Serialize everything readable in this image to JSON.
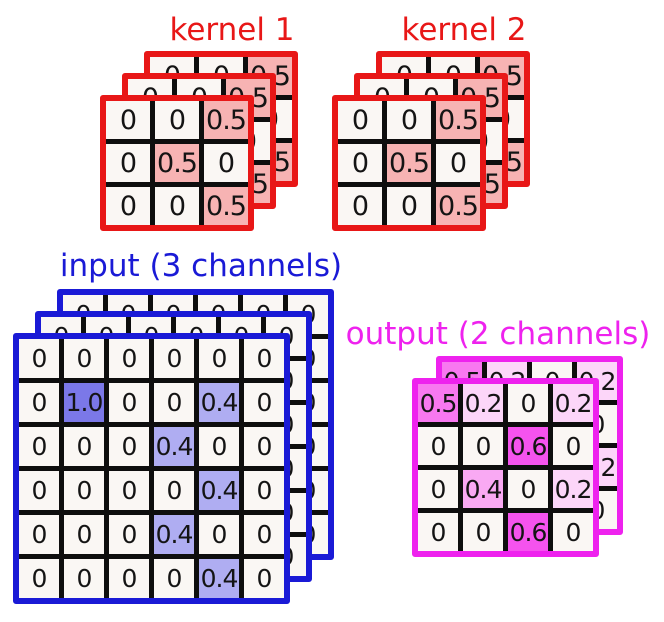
{
  "diagram": {
    "kernel1": {
      "title": "kernel 1",
      "accent": "#e81717",
      "channels": 3,
      "rows": 3,
      "cols": 3,
      "matrix": [
        [
          "0",
          "0",
          "0.5"
        ],
        [
          "0",
          "0.5",
          "0"
        ],
        [
          "0",
          "0",
          "0.5"
        ]
      ],
      "cell_colors": {
        "0.5": "#f7b3b3",
        "default": "#faf7f4"
      }
    },
    "kernel2": {
      "title": "kernel 2",
      "accent": "#e81717",
      "channels": 3,
      "rows": 3,
      "cols": 3,
      "matrix": [
        [
          "0",
          "0",
          "0.5"
        ],
        [
          "0",
          "0.5",
          "0"
        ],
        [
          "0",
          "0",
          "0.5"
        ]
      ],
      "cell_colors": {
        "0.5": "#f7b3b3",
        "default": "#faf7f4"
      }
    },
    "input": {
      "title": "input (3 channels)",
      "accent": "#1a1ad6",
      "channels": 3,
      "rows": 6,
      "cols": 6,
      "matrix": [
        [
          "0",
          "0",
          "0",
          "0",
          "0",
          "0"
        ],
        [
          "0",
          "1.0",
          "0",
          "0",
          "0.4",
          "0"
        ],
        [
          "0",
          "0",
          "0",
          "0.4",
          "0",
          "0"
        ],
        [
          "0",
          "0",
          "0",
          "0",
          "0.4",
          "0"
        ],
        [
          "0",
          "0",
          "0",
          "0.4",
          "0",
          "0"
        ],
        [
          "0",
          "0",
          "0",
          "0",
          "0.4",
          "0"
        ]
      ],
      "cell_colors": {
        "1.0": "#7b78e8",
        "0.4": "#afadf2",
        "default": "#faf7f4"
      }
    },
    "output": {
      "title": "output (2 channels)",
      "accent": "#ee22ee",
      "channels": 2,
      "rows": 4,
      "cols": 4,
      "matrix": [
        [
          "0.5",
          "0.2",
          "0",
          "0.2"
        ],
        [
          "0",
          "0",
          "0.6",
          "0"
        ],
        [
          "0",
          "0.4",
          "0",
          "0.2"
        ],
        [
          "0",
          "0",
          "0.6",
          "0"
        ]
      ],
      "cell_colors": {
        "0.6": "#f553ee",
        "0.5": "#f878f0",
        "0.4": "#f9a9f3",
        "0.2": "#fcd6f9",
        "default": "#faf7f4"
      }
    }
  },
  "colors": {
    "grid_line": "#0e0e0e",
    "cell_text": "#141414",
    "canvas_bg": "#ffffff",
    "kernel_accent": "#e81717",
    "input_accent": "#1a1ad6",
    "output_accent": "#ee22ee"
  }
}
